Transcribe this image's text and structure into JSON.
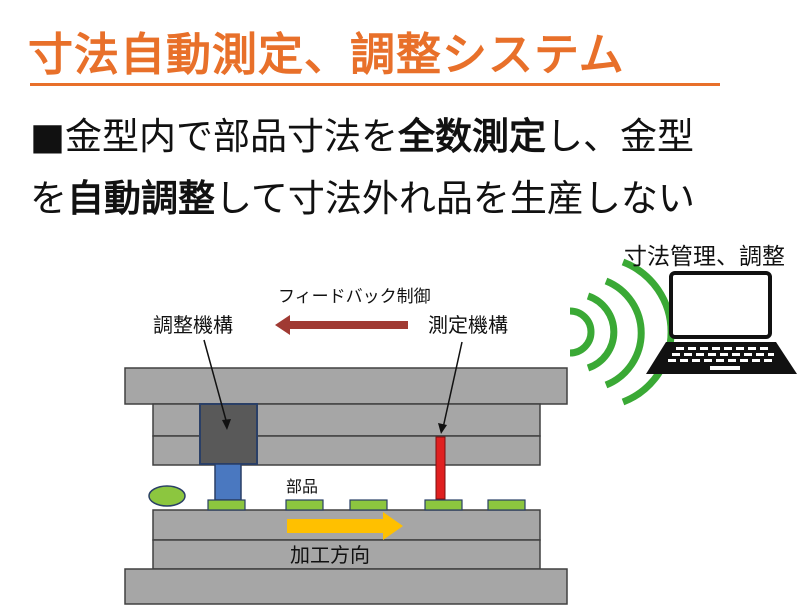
{
  "slide": {
    "title": "寸法自動測定、調整システム",
    "line1": {
      "bullet": "■",
      "text_a": "金型内で部品寸法を",
      "emph_a": "全数測定",
      "text_b": "し、金型"
    },
    "line2": {
      "text_a": "を",
      "emph_a": "自動調整",
      "text_b": "して寸法外れ品を生産しない"
    }
  },
  "diagram": {
    "management_label": "寸法管理、調整",
    "feedback_label": "フィードバック制御",
    "adjust_label": "調整機構",
    "measure_label": "測定機構",
    "part_label": "部品",
    "direction_label": "加工方向",
    "icons": [
      "laptop-icon",
      "wireless-signal-icon"
    ],
    "colors": {
      "title": "#e8702a",
      "feedback_arrow": "#a03a33",
      "signal": "#3aa935",
      "plate": "#a6a6a6",
      "adjuster_block": "#595959",
      "adjuster_rod": "#4a78c0",
      "sensor": "#e02020",
      "parts": "#8cc63f",
      "direction_arrow": "#ffc000"
    }
  }
}
